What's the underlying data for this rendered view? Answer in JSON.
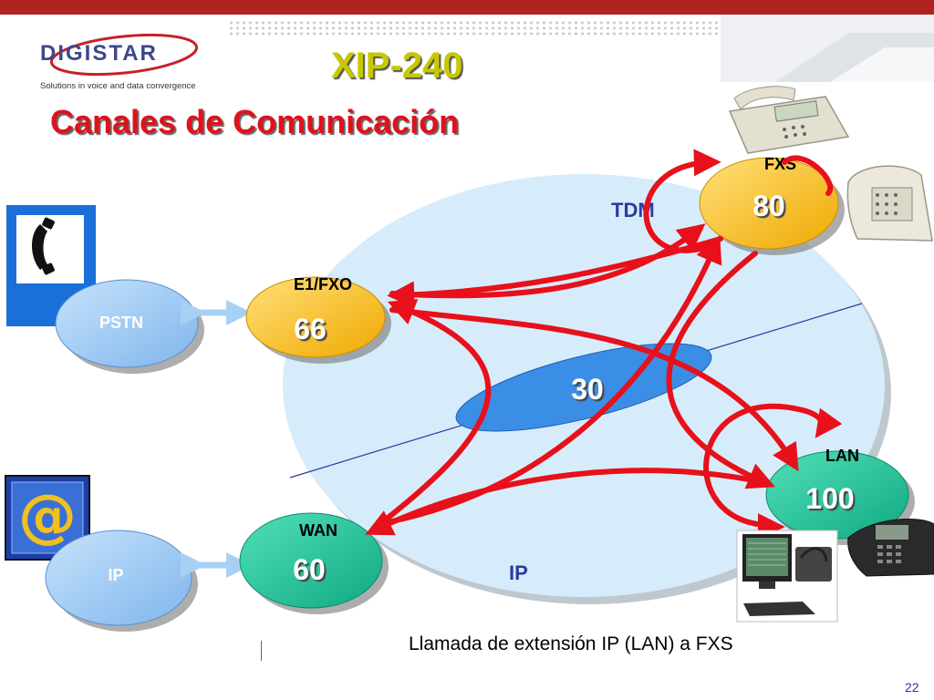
{
  "header": {
    "logo_text": "DIGISTAR",
    "tagline": "Solutions in voice and data convergence",
    "title": "XIP-240",
    "subtitle": "Canales de Comunicación"
  },
  "diagram": {
    "nodes": {
      "pstn": {
        "label": "PSTN"
      },
      "ip_cloud": {
        "label": "IP"
      },
      "e1fxo": {
        "label": "E1/FXO",
        "value": "66"
      },
      "wan": {
        "label": "WAN",
        "value": "60"
      },
      "fxs": {
        "label": "FXS",
        "value": "80"
      },
      "lan": {
        "label": "LAN",
        "value": "100"
      },
      "core": {
        "value": "30"
      }
    },
    "regions": {
      "tdm": "TDM",
      "ip": "IP"
    },
    "colors": {
      "arrow": "#e8101a",
      "ellipse_fill": "#d6ecfb",
      "pill_blue": "#a8d0f5",
      "pill_yellow": "#f5c518",
      "pill_green": "#1fc49a",
      "core_fill": "#3a8ee6",
      "title": "#c8c800",
      "subtitle": "#e0111b"
    },
    "icons": [
      "phone-handset-icon",
      "at-sign-icon",
      "desk-phone-icon",
      "workstation-icon"
    ]
  },
  "footer": {
    "caption": "Llamada de extensión IP (LAN) a FXS",
    "page_number": "22"
  }
}
